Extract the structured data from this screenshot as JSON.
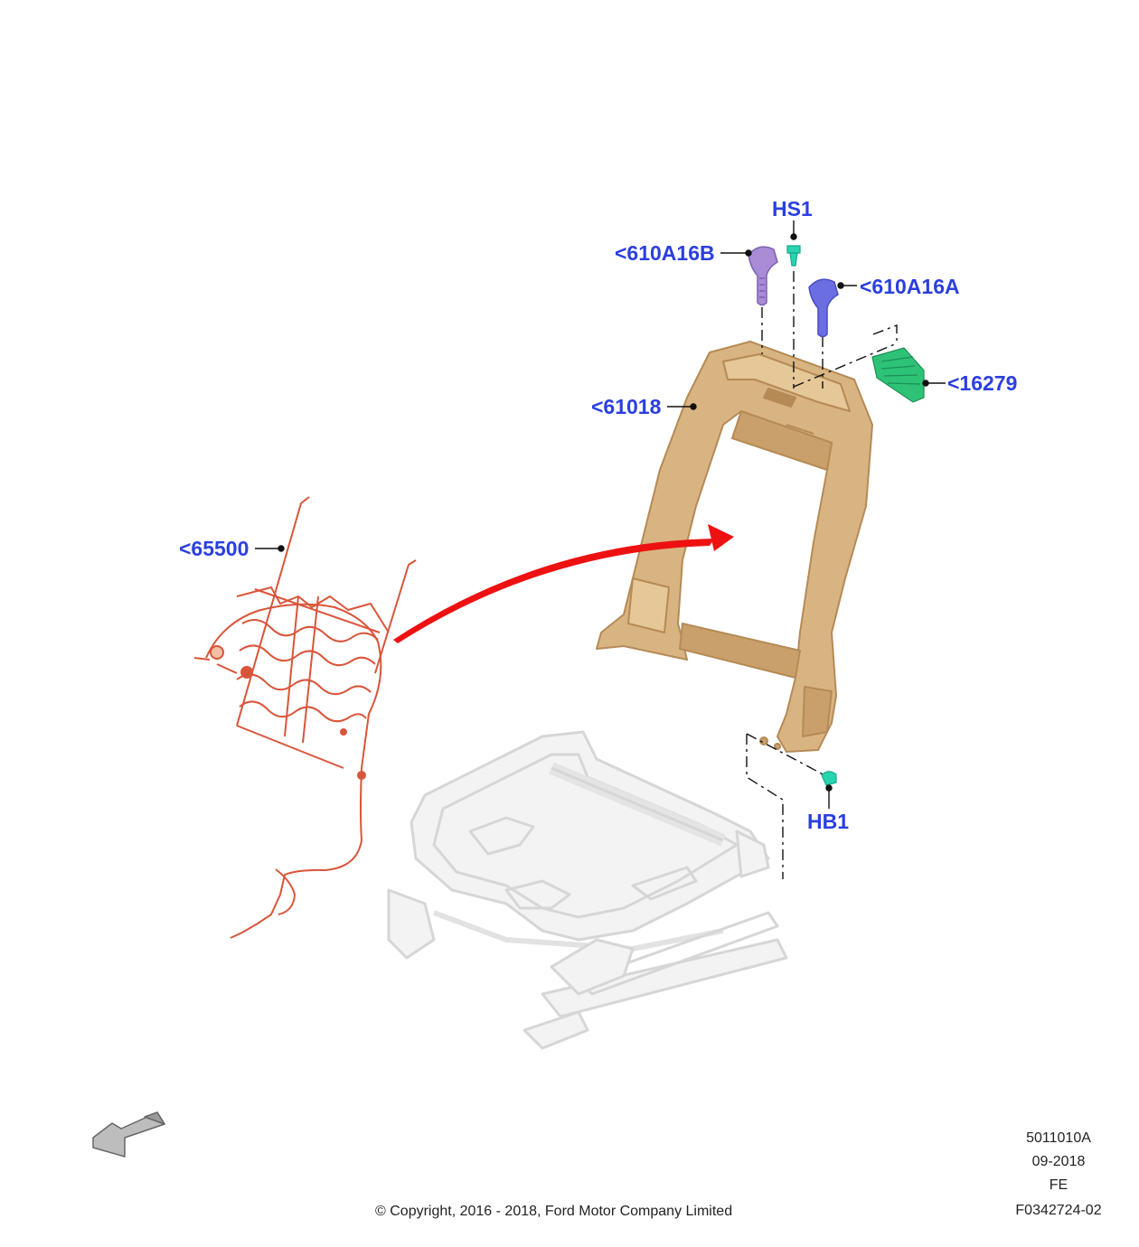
{
  "colors": {
    "label_blue": "#2b3fe0",
    "frame_tan": "#d9b483",
    "frame_edge": "#b58a55",
    "wire_orange": "#d9553a",
    "arrow_red": "#ee1111",
    "headrest_guide_purple": "#a98bd6",
    "headrest_guide_blue": "#6a6ee0",
    "module_green": "#2ec277",
    "fastener_teal": "#27d4b0",
    "ghost_gray": "#d8d8d8"
  },
  "callouts": {
    "hs1": "HS1",
    "p610a16b": "<610A16B",
    "p610a16a": "<610A16A",
    "p16279": "<16279",
    "p61018": "<61018",
    "p65500": "<65500",
    "hb1": "HB1"
  },
  "footer": {
    "ref_code": "5011010A",
    "date": "09-2018",
    "region": "FE",
    "figure_id": "F0342724-02",
    "copyright": "© Copyright, 2016 - 2018, Ford Motor Company Limited"
  },
  "icons": {
    "orientation_arrow": "front-direction-arrow-icon"
  }
}
